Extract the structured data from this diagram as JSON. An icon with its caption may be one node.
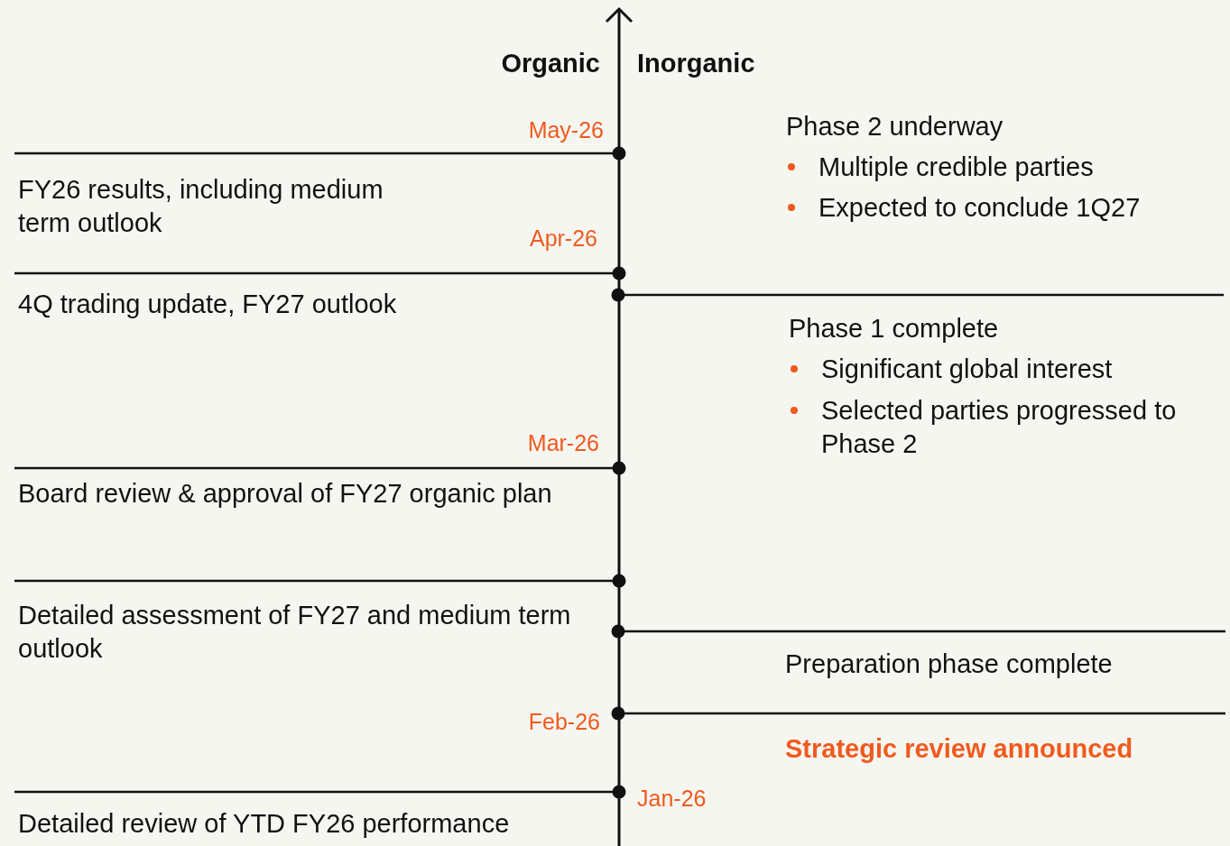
{
  "diagram": {
    "labels": [
      "Organic",
      "Inorganic",
      "May-26",
      "Phase 2 underway",
      "Multiple credible parties",
      "Expected to conclude 1Q27",
      "FY26 results, including medium term outlook",
      "Apr-26",
      "4Q trading update, FY27 outlook",
      "Phase 1 complete",
      "Significant global interest",
      "Selected parties progressed to Phase 2",
      "Mar-26",
      "Board review & approval of FY27 organic plan",
      "Detailed assessment of FY27 and medium term outlook",
      "Preparation phase complete",
      "Feb-26",
      "Strategic review announced",
      "Jan-26",
      "Detailed review of YTD FY26 performance"
    ]
  }
}
